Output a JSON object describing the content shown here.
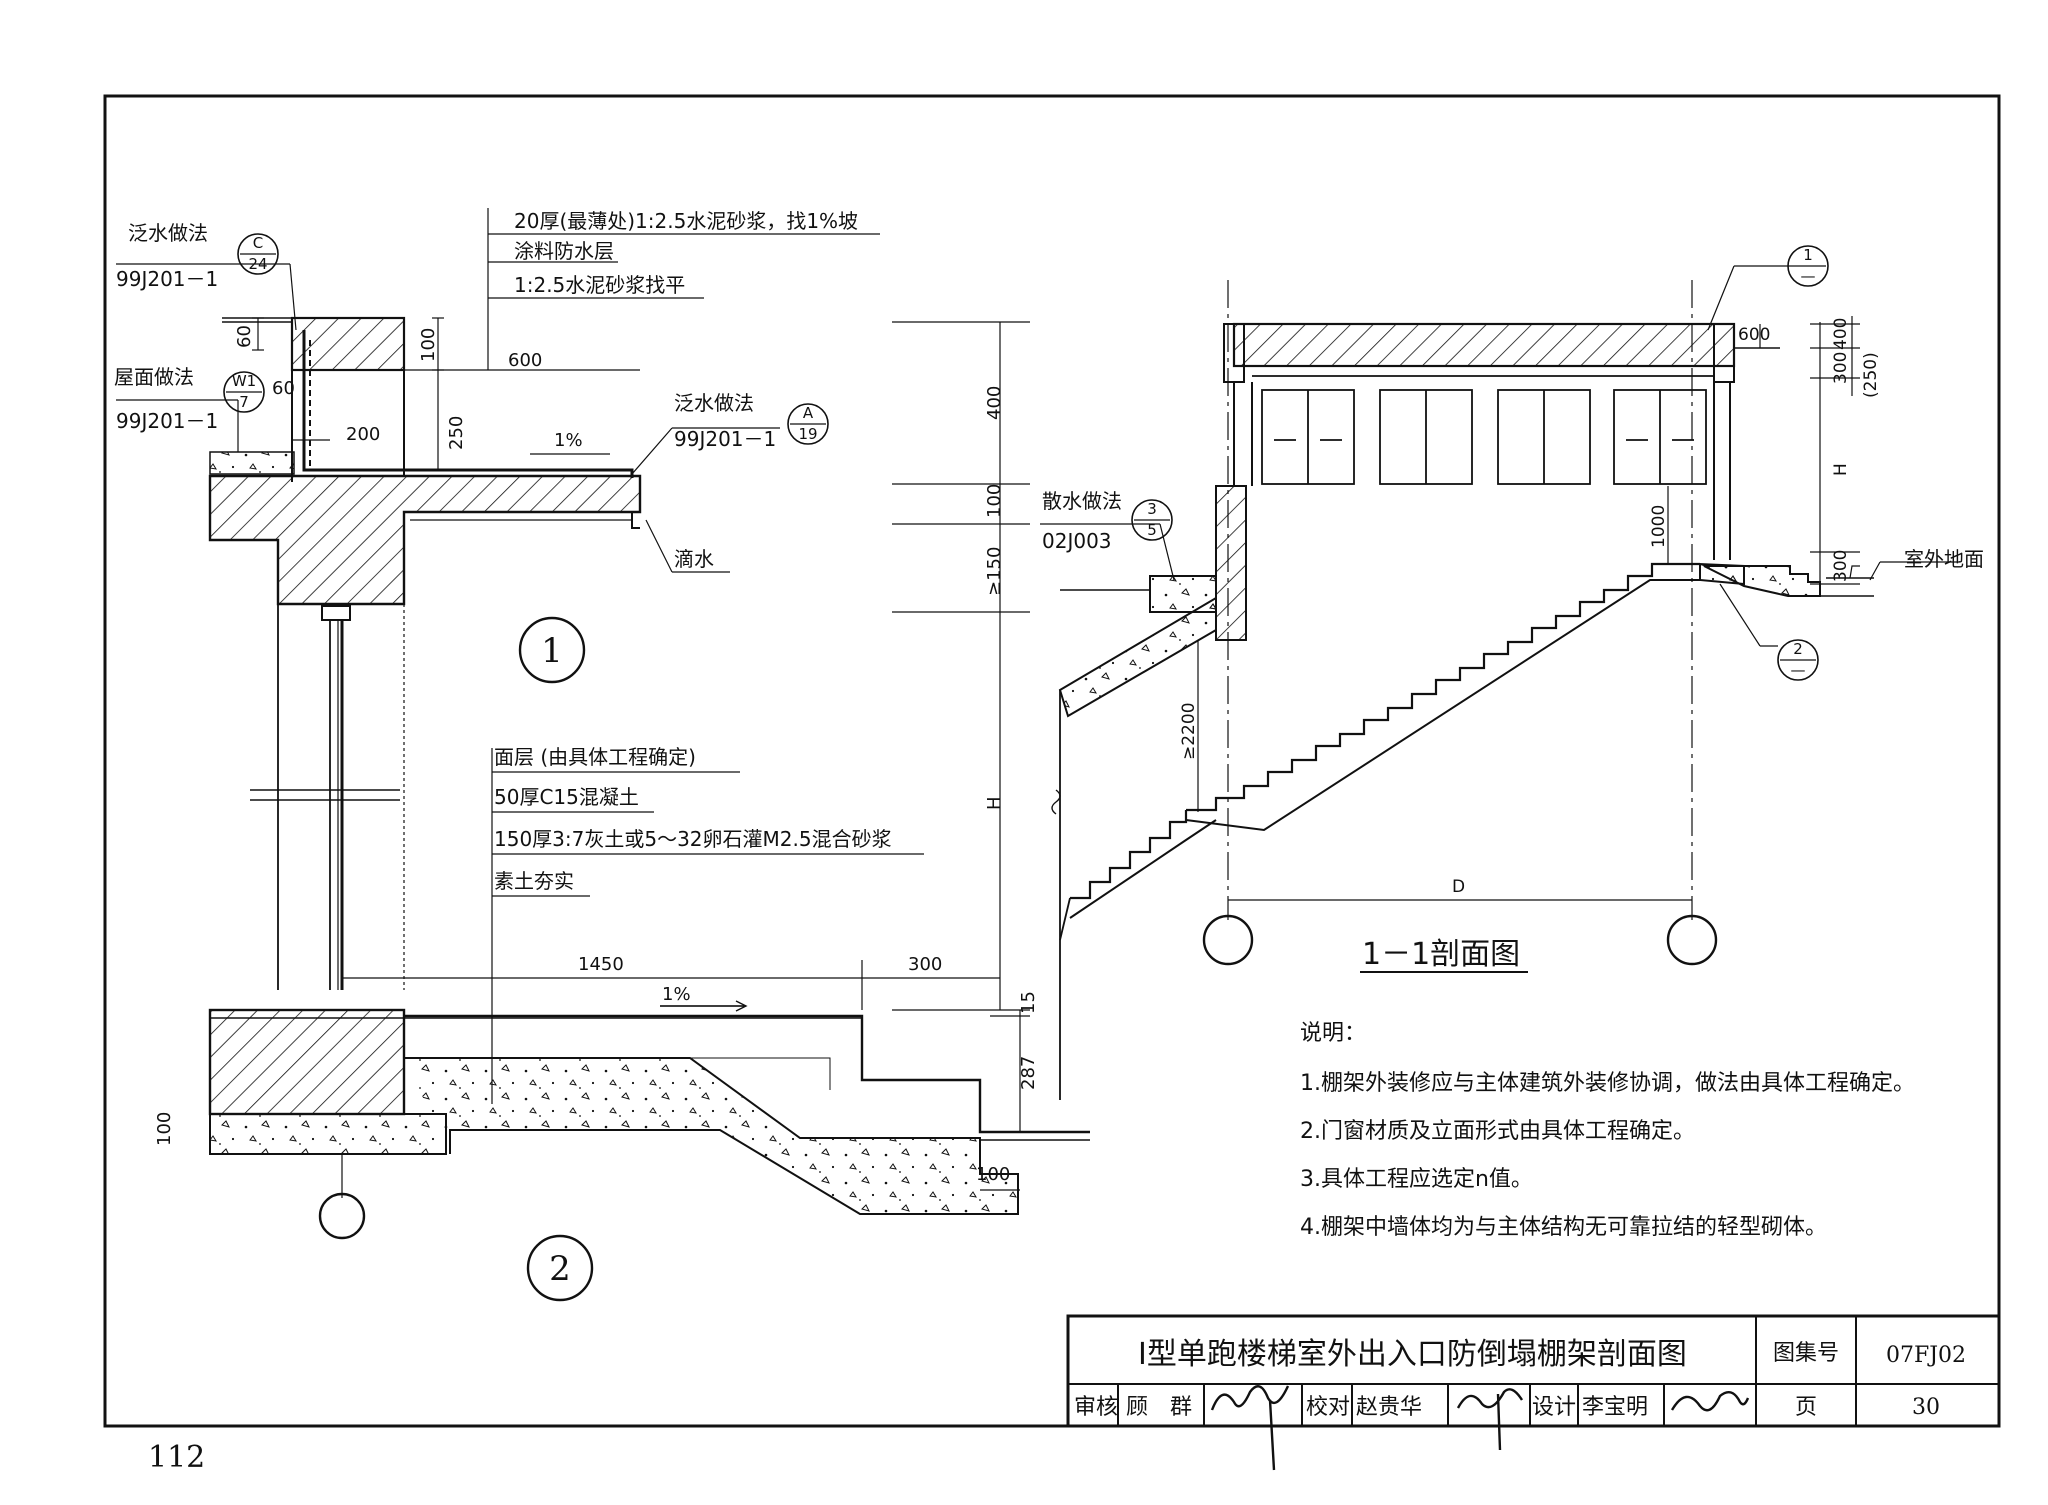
{
  "page_number": "112",
  "detail1": {
    "callout": "1",
    "flashing_top": {
      "label": "泛水做法",
      "ref": "99J201－1",
      "sym_top": "C",
      "sym_bot": "24"
    },
    "roof": {
      "label": "屋面做法",
      "ref": "99J201－1",
      "sym_top": "W1",
      "sym_bot": "7"
    },
    "flashing_right": {
      "label": "泛水做法",
      "ref": "99J201－1",
      "sym_top": "A",
      "sym_bot": "19"
    },
    "layers": [
      "20厚(最薄处)1:2.5水泥砂浆，找1%坡",
      "涂料防水层",
      "1:2.5水泥砂浆找平"
    ],
    "drip": "滴水",
    "slope": "1%",
    "dims": {
      "d60a": "60",
      "d60b": "60",
      "d100": "100",
      "d250": "250",
      "d200": "200",
      "d600": "600",
      "d400": "400",
      "d100b": "100",
      "d150": "≥150"
    }
  },
  "detail2": {
    "callout": "2",
    "layers": [
      "面层 (由具体工程确定)",
      "50厚C15混凝土",
      "150厚3:7灰土或5～32卵石灌M2.5混合砂浆",
      "素土夯实"
    ],
    "slope": "1%",
    "dims": {
      "d1450": "1450",
      "d300": "300",
      "d15": "15",
      "d287": "287",
      "d100": "100",
      "d100b": "100",
      "dH": "H"
    }
  },
  "section": {
    "title": "1－1剖面图",
    "apron": {
      "label": "散水做法",
      "ref": "02J003",
      "sym_top": "3",
      "sym_bot": "5"
    },
    "ground": "室外地面",
    "callout1": {
      "top": "1",
      "bot": "—"
    },
    "callout2": {
      "top": "2",
      "bot": "—"
    },
    "dims": {
      "d600": "600",
      "d300": "300",
      "d400": "400",
      "d250": "(250)",
      "dH": "H",
      "d1000": "1000",
      "d300b": "300",
      "d2200": "≥2200",
      "dD": "D"
    }
  },
  "notes": {
    "heading": "说明：",
    "items": [
      "1.棚架外装修应与主体建筑外装修协调，做法由具体工程确定。",
      "2.门窗材质及立面形式由具体工程确定。",
      "3.具体工程应选定n值。",
      "4.棚架中墙体均为与主体结构无可靠拉结的轻型砌体。"
    ]
  },
  "titleblock": {
    "title": "Ⅰ型单跑楼梯室外出入口防倒塌棚架剖面图",
    "atlas_label": "图集号",
    "atlas_value": "07FJ02",
    "page_label": "页",
    "page_value": "30",
    "review_label": "审核",
    "review_name": "顾　群",
    "check_label": "校对",
    "check_name": "赵贵华",
    "design_label": "设计",
    "design_name": "李宝明"
  },
  "colors": {
    "line": "#111111",
    "paper": "#ffffff"
  }
}
